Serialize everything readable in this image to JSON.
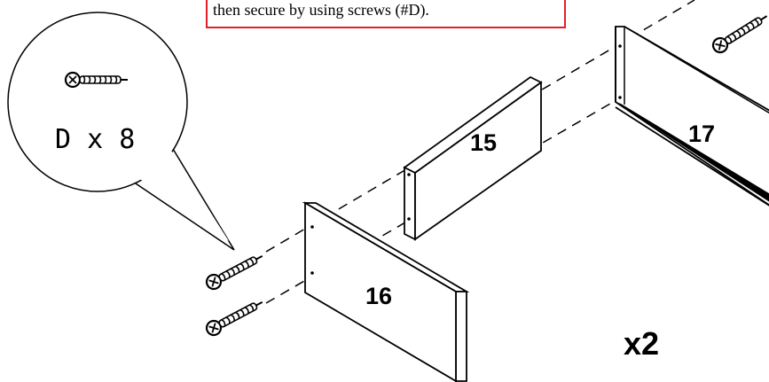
{
  "instruction": {
    "text": "then secure by using screws (#D)."
  },
  "hardware_callout": {
    "part": "D",
    "quantity": "8",
    "label": "D x 8",
    "icon": "screw-icon"
  },
  "parts": [
    {
      "id": "panel-15",
      "label": "15"
    },
    {
      "id": "panel-16",
      "label": "16"
    },
    {
      "id": "panel-17",
      "label": "17"
    }
  ],
  "multiplier": {
    "label": "x2"
  },
  "colors": {
    "instruction_border": "#e2202a",
    "line": "#000000",
    "background": "#ffffff"
  }
}
